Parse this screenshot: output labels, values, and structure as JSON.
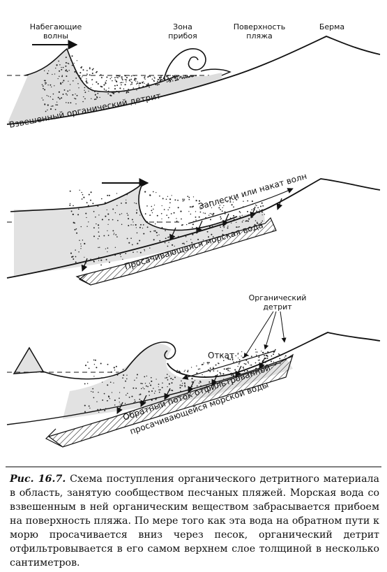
{
  "panel1": {
    "incoming_waves_line1": "Набегающие",
    "incoming_waves_line2": "волны",
    "surf_zone_line1": "Зона",
    "surf_zone_line2": "прибоя",
    "beach_surface_line1": "Поверхность",
    "beach_surface_line2": "пляжа",
    "berm": "Берма",
    "suspended_detritus": "Взвешенный органический детрит"
  },
  "panel2": {
    "swash": "Заплески или накат волн",
    "percolating_water": "Просачивающаяся морская вода"
  },
  "panel3": {
    "organic_detritus_line1": "Органический",
    "organic_detritus_line2": "детрит",
    "backwash": "Откат",
    "return_flow_line1": "Обратный поток отфильтрованной",
    "return_flow_line2": "просачивающейся морской воды"
  },
  "caption": {
    "label": "Рис. 16.7.",
    "text": " Схема поступления органического детритного материала в область, занятую сообществом песчаных пляжей. Морская вода со взвешенным в ней органическим веществом забрасывается прибоем на поверхность пляжа. По мере того как эта вода на обратном пути к морю просачивается вниз через песок, органический детрит отфильтровывается в его самом верхнем слое толщиной в несколько сантиметров."
  }
}
